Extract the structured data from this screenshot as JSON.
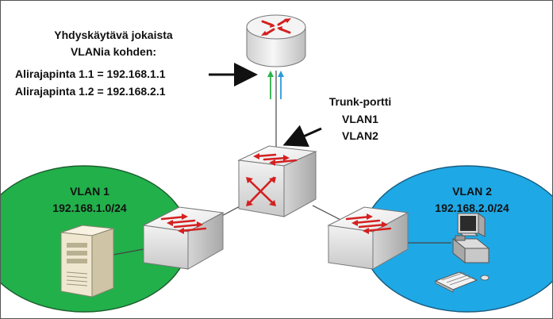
{
  "gateway_note": {
    "line1": "Yhdyskäytävä jokaista",
    "line2": "VLANia kohden:",
    "sub1": "Alirajapinta 1.1 = 192.168.1.1",
    "sub2": "Alirajapinta 1.2 = 192.168.2.1"
  },
  "trunk_note": {
    "title": "Trunk-portti",
    "vlan_a": "VLAN1",
    "vlan_b": "VLAN2"
  },
  "vlan1": {
    "name": "VLAN 1",
    "subnet": "192.168.1.0/24"
  },
  "vlan2": {
    "name": "VLAN 2",
    "subnet": "192.168.2.0/24"
  },
  "colors": {
    "vlan1_zone": "#22b04b",
    "vlan2_zone": "#1fa8e6",
    "arrow_green": "#2bb34a",
    "arrow_blue": "#2a9bd8",
    "device_arrow": "#d42020"
  },
  "icons": [
    "router-icon",
    "layer3-switch-icon",
    "switch-icon",
    "server-icon",
    "workstation-icon"
  ]
}
